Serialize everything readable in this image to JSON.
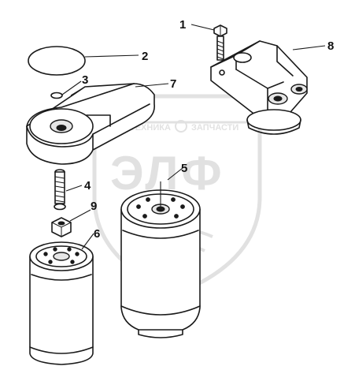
{
  "callouts": [
    {
      "id": "1",
      "label": "1"
    },
    {
      "id": "2",
      "label": "2"
    },
    {
      "id": "3",
      "label": "3"
    },
    {
      "id": "4",
      "label": "4"
    },
    {
      "id": "5",
      "label": "5"
    },
    {
      "id": "6",
      "label": "6"
    },
    {
      "id": "7",
      "label": "7"
    },
    {
      "id": "8",
      "label": "8"
    },
    {
      "id": "9",
      "label": "9"
    }
  ],
  "watermark": {
    "left_text": "ТЕХНИКА",
    "right_text": "ЗАПЧАСТИ",
    "logo_text": "ЭЛФ",
    "color": "#7a7a7a"
  }
}
